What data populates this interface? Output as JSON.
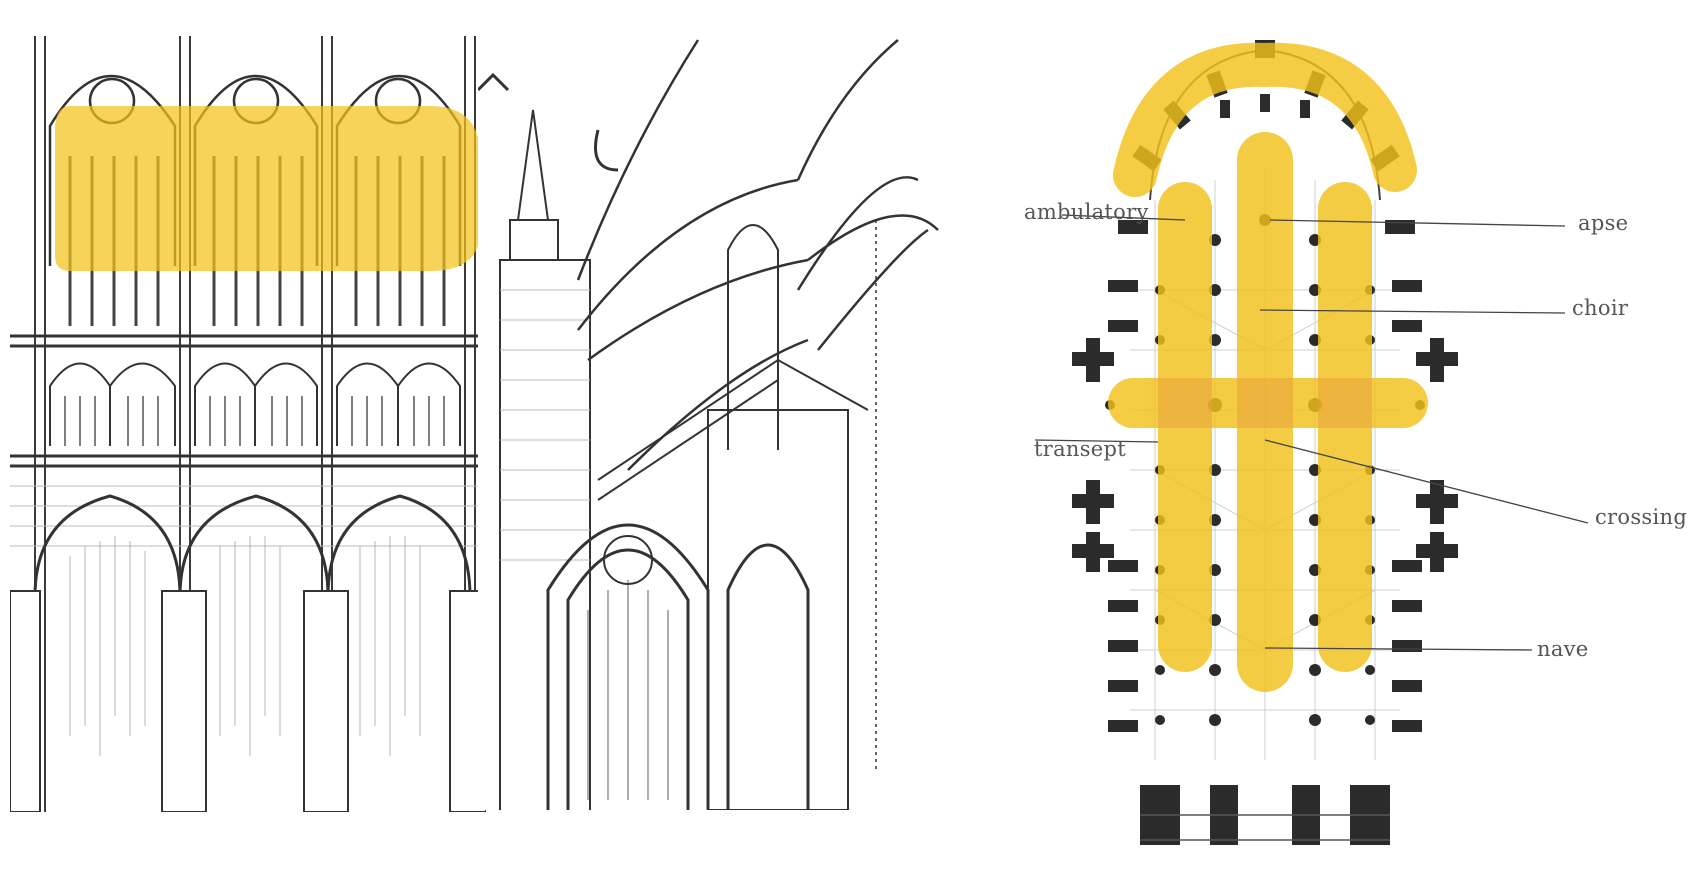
{
  "labels": {
    "ambulatory": "ambulatory",
    "apse": "apse",
    "choir": "choir",
    "transept": "transept",
    "crossing": "crossing",
    "nave": "nave"
  },
  "colors": {
    "highlight": "#f2c21b",
    "overlap": "#e9a23b",
    "ink": "#2b2b2b",
    "pencil": "#8a8a8a"
  }
}
